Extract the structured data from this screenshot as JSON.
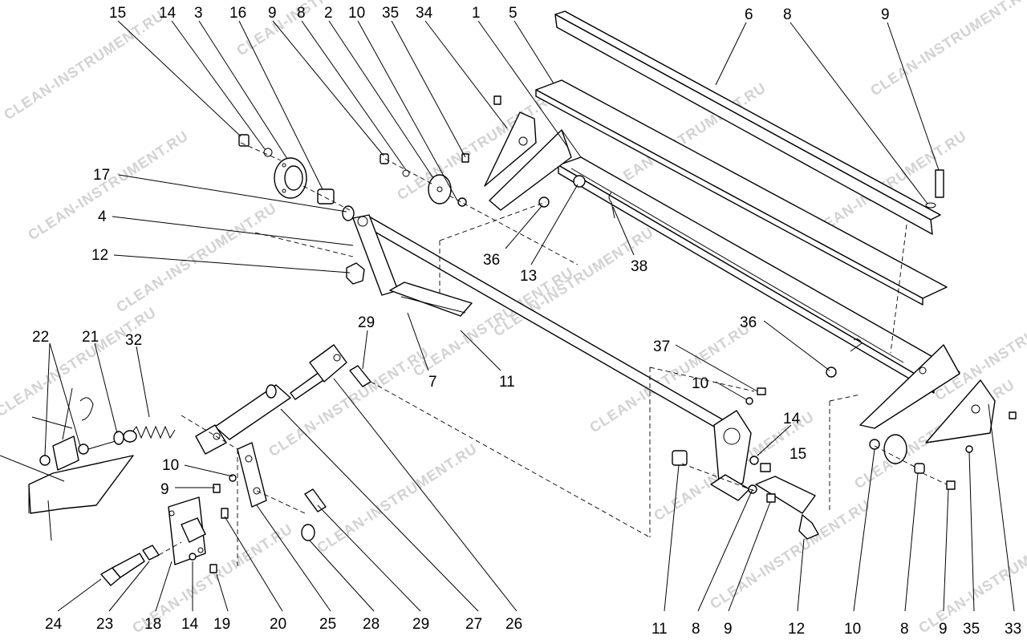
{
  "watermark": "CLEAN-INSTRUMENT.RU",
  "callouts": [
    {
      "id": "c15a",
      "label": "15"
    },
    {
      "id": "c14a",
      "label": "14"
    },
    {
      "id": "c3",
      "label": "3"
    },
    {
      "id": "c16",
      "label": "16"
    },
    {
      "id": "c9a",
      "label": "9"
    },
    {
      "id": "c8a",
      "label": "8"
    },
    {
      "id": "c2",
      "label": "2"
    },
    {
      "id": "c10a",
      "label": "10"
    },
    {
      "id": "c35a",
      "label": "35"
    },
    {
      "id": "c34",
      "label": "34"
    },
    {
      "id": "c1",
      "label": "1"
    },
    {
      "id": "c5",
      "label": "5"
    },
    {
      "id": "c6",
      "label": "6"
    },
    {
      "id": "c8b",
      "label": "8"
    },
    {
      "id": "c9b",
      "label": "9"
    },
    {
      "id": "c17",
      "label": "17"
    },
    {
      "id": "c4",
      "label": "4"
    },
    {
      "id": "c12a",
      "label": "12"
    },
    {
      "id": "c36a",
      "label": "36"
    },
    {
      "id": "c13",
      "label": "13"
    },
    {
      "id": "c38",
      "label": "38"
    },
    {
      "id": "c29a",
      "label": "29"
    },
    {
      "id": "c7",
      "label": "7"
    },
    {
      "id": "c11a",
      "label": "11"
    },
    {
      "id": "c36b",
      "label": "36"
    },
    {
      "id": "c37",
      "label": "37"
    },
    {
      "id": "c10b",
      "label": "10"
    },
    {
      "id": "c22",
      "label": "22"
    },
    {
      "id": "c21",
      "label": "21"
    },
    {
      "id": "c32",
      "label": "32"
    },
    {
      "id": "c14b",
      "label": "14"
    },
    {
      "id": "c15b",
      "label": "15"
    },
    {
      "id": "c10c",
      "label": "10"
    },
    {
      "id": "c9c",
      "label": "9"
    },
    {
      "id": "c24",
      "label": "24"
    },
    {
      "id": "c23",
      "label": "23"
    },
    {
      "id": "c18",
      "label": "18"
    },
    {
      "id": "c14c",
      "label": "14"
    },
    {
      "id": "c19",
      "label": "19"
    },
    {
      "id": "c20",
      "label": "20"
    },
    {
      "id": "c25",
      "label": "25"
    },
    {
      "id": "c28",
      "label": "28"
    },
    {
      "id": "c29b",
      "label": "29"
    },
    {
      "id": "c27",
      "label": "27"
    },
    {
      "id": "c26",
      "label": "26"
    },
    {
      "id": "c11b",
      "label": "11"
    },
    {
      "id": "c8c",
      "label": "8"
    },
    {
      "id": "c9d",
      "label": "9"
    },
    {
      "id": "c12b",
      "label": "12"
    },
    {
      "id": "c10d",
      "label": "10"
    },
    {
      "id": "c8d",
      "label": "8"
    },
    {
      "id": "c9e",
      "label": "9"
    },
    {
      "id": "c35b",
      "label": "35"
    },
    {
      "id": "c33",
      "label": "33"
    }
  ]
}
